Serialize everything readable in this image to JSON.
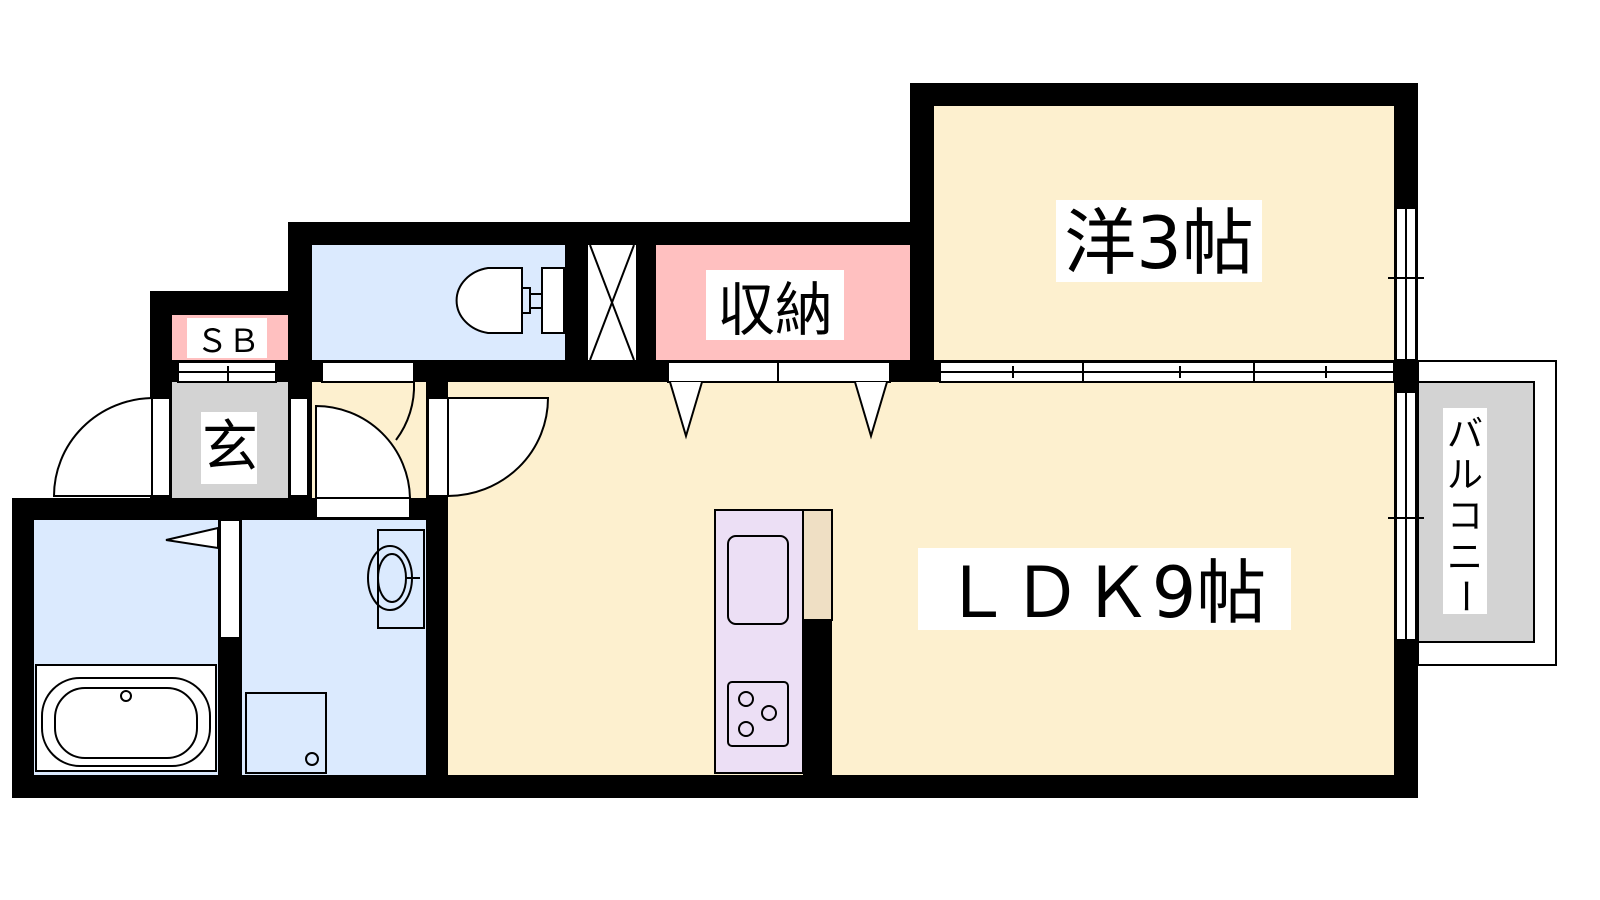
{
  "rooms": {
    "western_room": "洋3帖",
    "ldk": "ＬＤＫ9帖",
    "storage": "収納",
    "shoe_box": "ＳＢ",
    "entrance": "玄",
    "balcony": [
      "バ",
      "ル",
      "コ",
      "ニ",
      "ー"
    ]
  },
  "colors": {
    "wall": "#000000",
    "living_floor": "#fdf0cf",
    "wet_area": "#dbeafe",
    "storage": "#ffc0c0",
    "entrance": "#d3d3d3",
    "balcony": "#d3d3d3",
    "kitchen": "#ecdff5",
    "counter": "#efdfc4"
  }
}
